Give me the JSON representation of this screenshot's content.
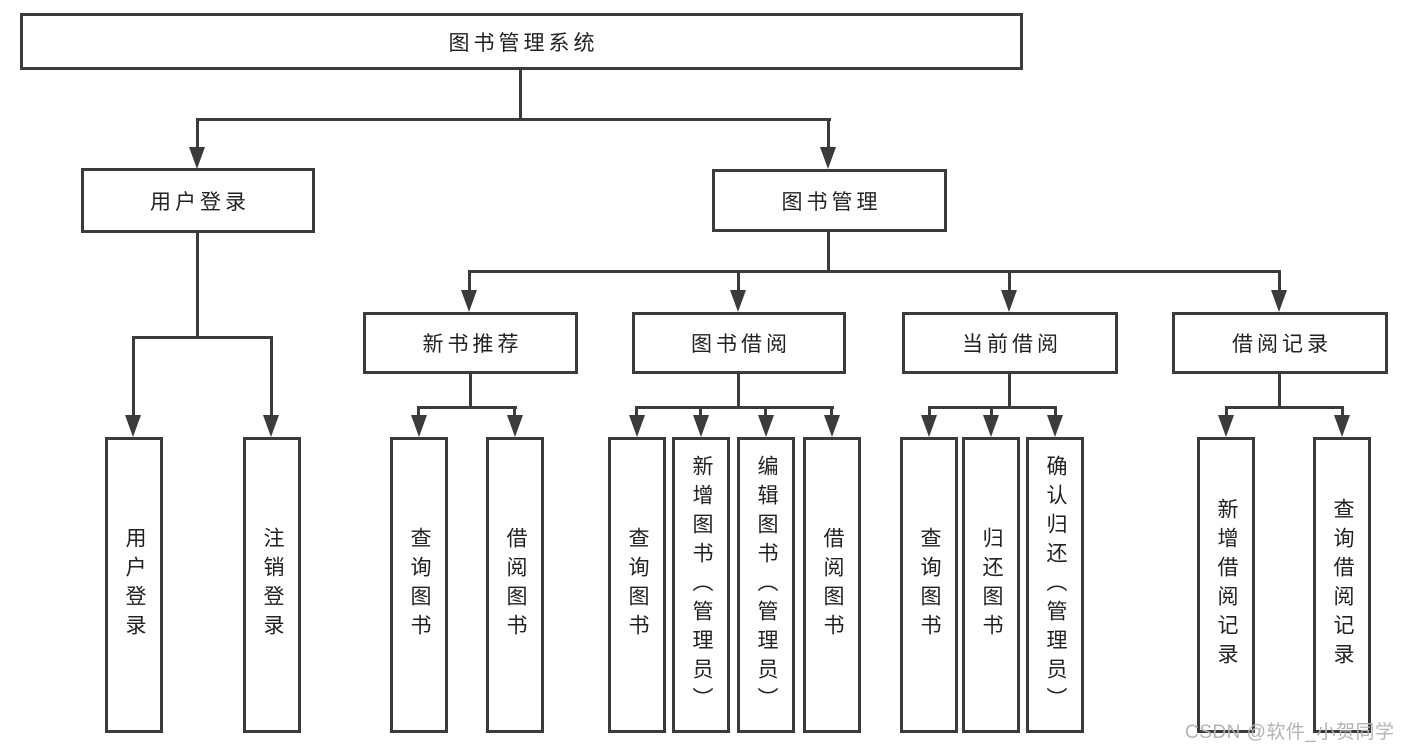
{
  "diagram": {
    "title": "图书管理系统",
    "watermark": "CSDN @软件_小贺同学",
    "colors": {
      "background": "#ffffff",
      "line": "#3b3b3b",
      "box_border": "#3b3b3b",
      "text": "#222222",
      "watermark": "#b4b4b4"
    },
    "nodes": {
      "root": "图书管理系统",
      "user_login": "用户登录",
      "book_management": "图书管理",
      "new_book_recommend": "新书推荐",
      "book_borrowing": "图书借阅",
      "current_borrowing": "当前借阅",
      "borrowing_records": "借阅记录"
    },
    "leaves": {
      "user_login": [
        "用户登录",
        "注销登录"
      ],
      "new_book_recommend": [
        "查询图书",
        "借阅图书"
      ],
      "book_borrowing": [
        "查询图书",
        "新增图书（管理员）",
        "编辑图书（管理员）",
        "借阅图书"
      ],
      "current_borrowing": [
        "查询图书",
        "归还图书",
        "确认归还（管理员）"
      ],
      "borrowing_records": [
        "新增借阅记录",
        "查询借阅记录"
      ]
    }
  }
}
